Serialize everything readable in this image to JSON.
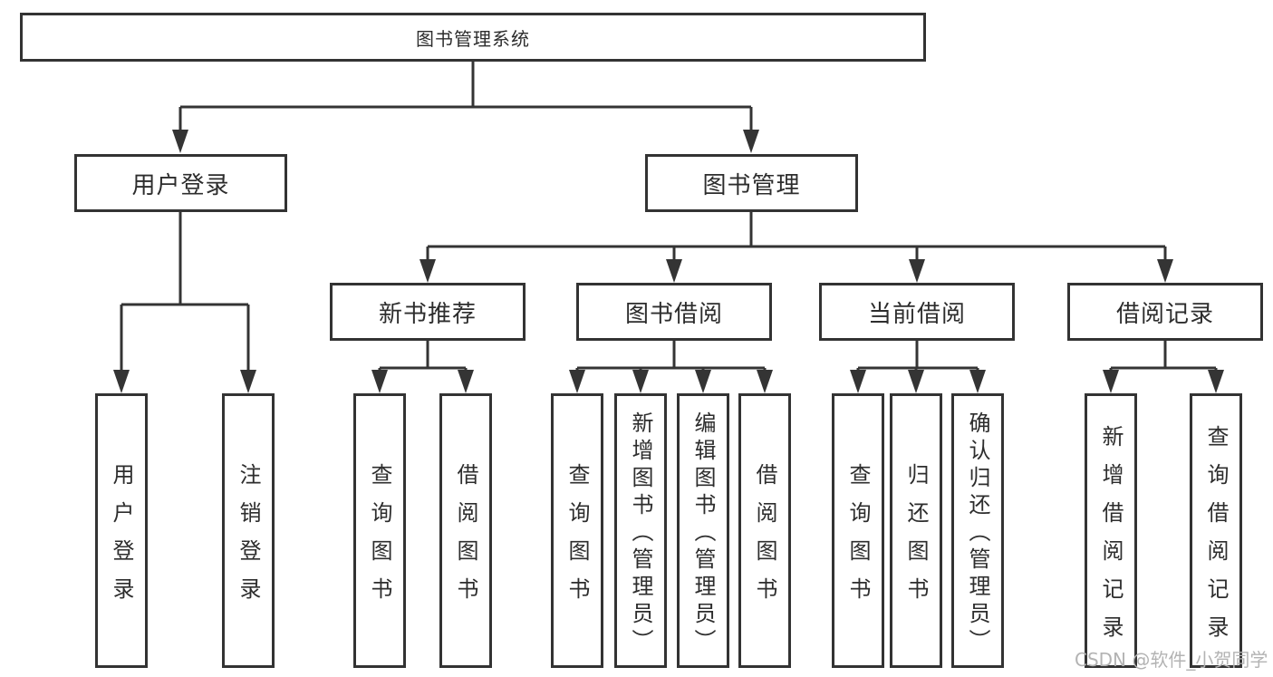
{
  "colors": {
    "line_color": "#343434",
    "border_color": "#333333",
    "fill_color": "#ffffff",
    "text_color": "#2d2d2d",
    "watermark_color": "#b3b3b3"
  },
  "root": {
    "label": "图书管理系统"
  },
  "level2": [
    {
      "label": "用户登录",
      "parent": "图书管理系统"
    },
    {
      "label": "图书管理",
      "parent": "图书管理系统"
    }
  ],
  "level3": [
    {
      "label": "新书推荐",
      "parent": "图书管理"
    },
    {
      "label": "图书借阅",
      "parent": "图书管理"
    },
    {
      "label": "当前借阅",
      "parent": "图书管理"
    },
    {
      "label": "借阅记录",
      "parent": "图书管理"
    }
  ],
  "leaves": [
    {
      "label": "用户登录",
      "parent": "用户登录"
    },
    {
      "label": "注销登录",
      "parent": "用户登录"
    },
    {
      "label": "查询图书",
      "parent": "新书推荐"
    },
    {
      "label": "借阅图书",
      "parent": "新书推荐"
    },
    {
      "label": "查询图书",
      "parent": "图书借阅"
    },
    {
      "label": "新增图书（管理员）",
      "parent": "图书借阅"
    },
    {
      "label": "编辑图书（管理员）",
      "parent": "图书借阅"
    },
    {
      "label": "借阅图书",
      "parent": "图书借阅"
    },
    {
      "label": "查询图书",
      "parent": "当前借阅"
    },
    {
      "label": "归还图书",
      "parent": "当前借阅"
    },
    {
      "label": "确认归还（管理员）",
      "parent": "当前借阅"
    },
    {
      "label": "新增借阅记录",
      "parent": "借阅记录"
    },
    {
      "label": "查询借阅记录",
      "parent": "借阅记录"
    }
  ],
  "watermark": {
    "text": "CSDN @软件_小贺同学"
  }
}
